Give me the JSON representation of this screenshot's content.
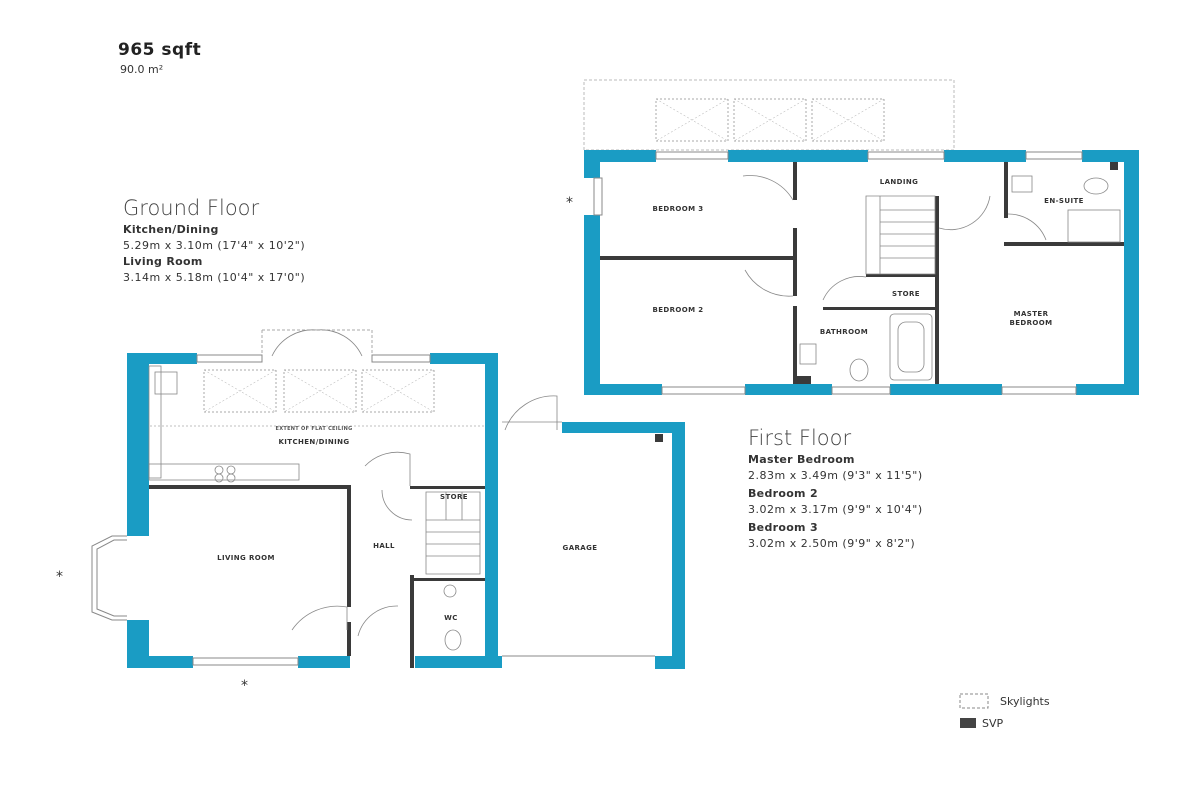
{
  "header": {
    "area_sqft": "965 sqft",
    "area_m2": "90.0 m²"
  },
  "ground_floor": {
    "title": "Ground Floor",
    "rooms": [
      {
        "name": "Kitchen/Dining",
        "dimensions": "5.29m x 3.10m (17'4\" x 10'2\")"
      },
      {
        "name": "Living Room",
        "dimensions": "3.14m x 5.18m (10'4\" x 17'0\")"
      }
    ],
    "plan_labels": {
      "kitchen": "KITCHEN/DINING",
      "flat_ceiling": "EXTENT OF FLAT CEILING",
      "living": "LIVING ROOM",
      "hall": "HALL",
      "store": "STORE",
      "wc": "WC",
      "garage": "GARAGE"
    }
  },
  "first_floor": {
    "title": "First Floor",
    "rooms": [
      {
        "name": "Master Bedroom",
        "dimensions": "2.83m x 3.49m (9'3\" x 11'5\")"
      },
      {
        "name": "Bedroom 2",
        "dimensions": "3.02m x 3.17m (9'9\" x 10'4\")"
      },
      {
        "name": "Bedroom 3",
        "dimensions": "3.02m x 2.50m (9'9\" x 8'2\")"
      }
    ],
    "plan_labels": {
      "bedroom3": "BEDROOM 3",
      "bedroom2": "BEDROOM 2",
      "landing": "LANDING",
      "ensuite": "EN-SUITE",
      "store": "STORE",
      "bathroom": "BATHROOM",
      "master_line1": "MASTER",
      "master_line2": "BEDROOM"
    }
  },
  "markers": {
    "star": "*"
  },
  "legend": {
    "skylights": "Skylights",
    "svp": "SVP"
  },
  "colors": {
    "wall": "#1a9cc4",
    "inner_wall": "#3a3a3a",
    "fixture": "#888888"
  }
}
